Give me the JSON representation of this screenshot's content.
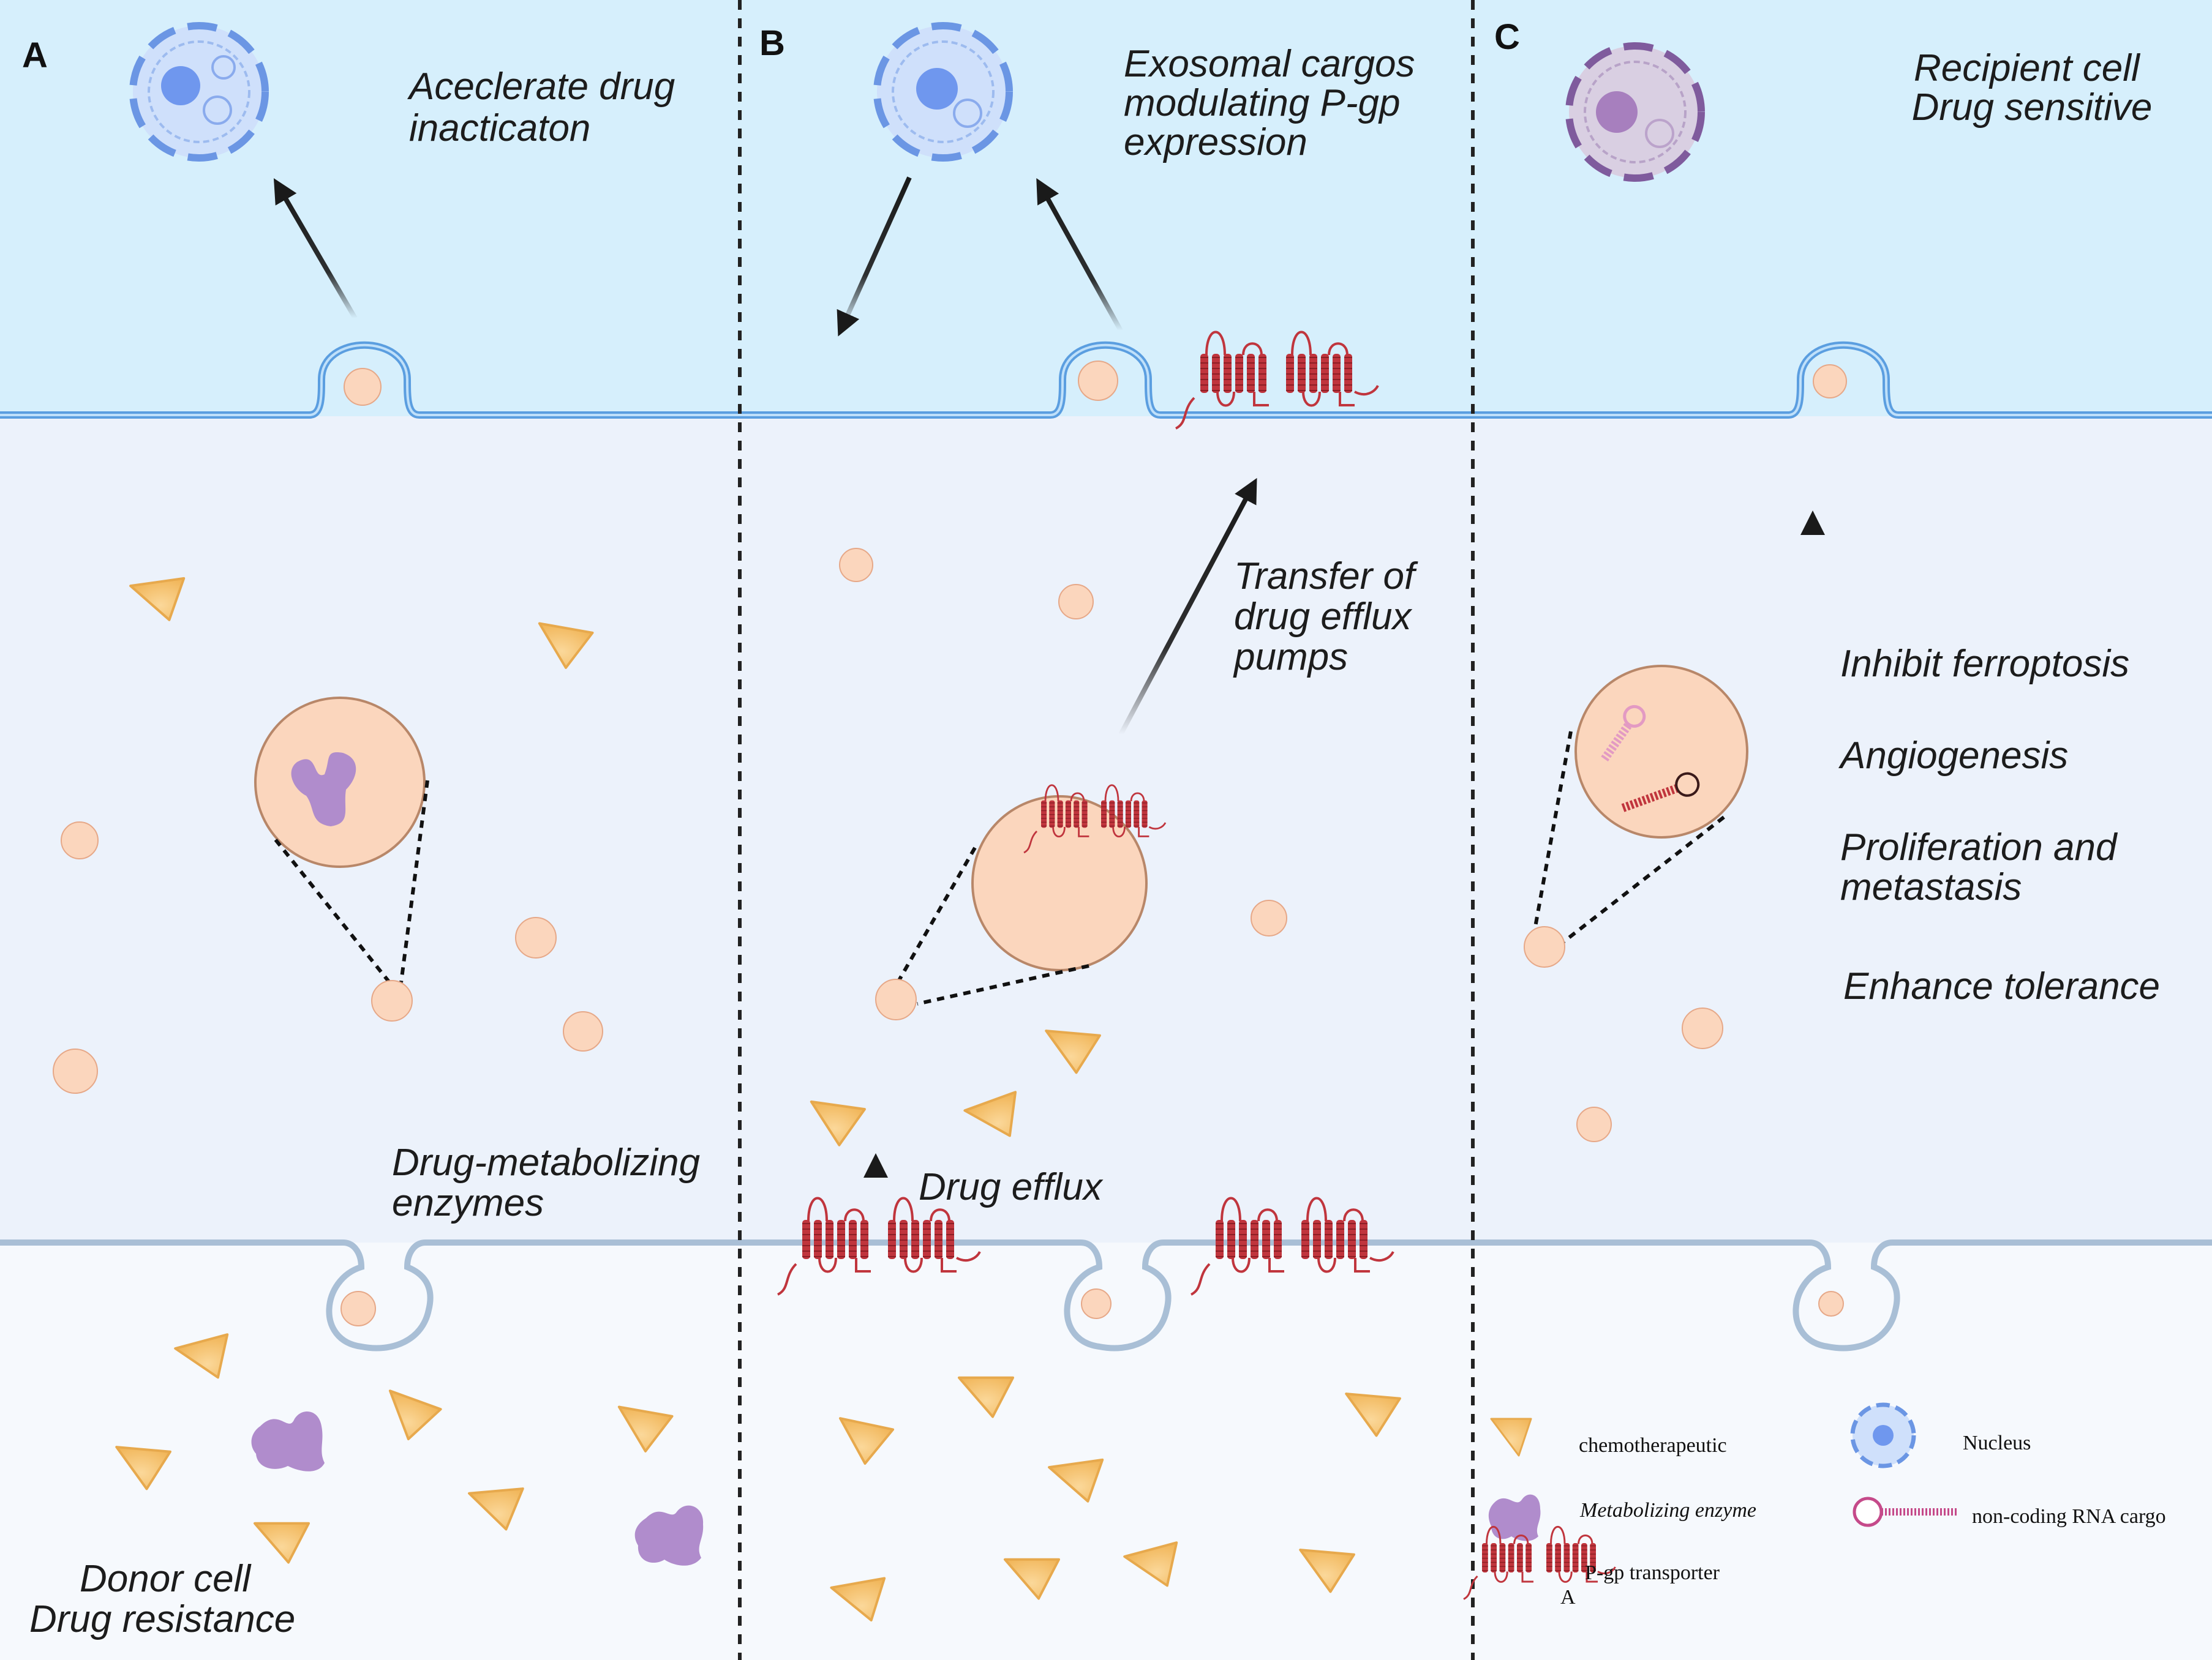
{
  "panels": {
    "a": {
      "letter": "A",
      "top_text": [
        "Aceclerate drug",
        "inacticaton"
      ],
      "mid_text": [
        "Drug-metabolizing",
        "enzymes"
      ],
      "bottom_text": [
        "Donor cell",
        "Drug resistance"
      ]
    },
    "b": {
      "letter": "B",
      "top_text": [
        "Exosomal cargos",
        "modulating P-gp",
        "expression"
      ],
      "mid_text": [
        "Transfer of",
        "drug efflux",
        "pumps"
      ],
      "efflux_text": "Drug efflux"
    },
    "c": {
      "letter": "C",
      "top_text": [
        "Recipient cell",
        "Drug sensitive"
      ],
      "effects": [
        "Inhibit ferroptosis",
        "Angiogenesis",
        "Proliferation and",
        "metastasis",
        "Enhance tolerance"
      ]
    }
  },
  "legend": {
    "chemo": "chemotherapeutic",
    "enzyme": "Metabolizing enzyme",
    "pgp": "P-gp transporter",
    "nucleus": "Nucleus",
    "rna": "non-coding RNA cargo",
    "pgp_mark": "A"
  },
  "colors": {
    "top_bg": "#d6effc",
    "mid_bg": "#ecf2fb",
    "bottom_bg": "#f4f8fd",
    "membrane_blue": "#5b9ee0",
    "membrane_grey": "#a9bfd6",
    "exosome": "#fbd6bd",
    "exosome_edge": "#e6a888",
    "drug": "#f9c97a",
    "enzyme": "#b08ccc",
    "pgp": "#c0353d",
    "rna": "#c54a8a",
    "nucleus_blue": "#7fa9ee",
    "nucleus_purple": "#a77fbe"
  }
}
